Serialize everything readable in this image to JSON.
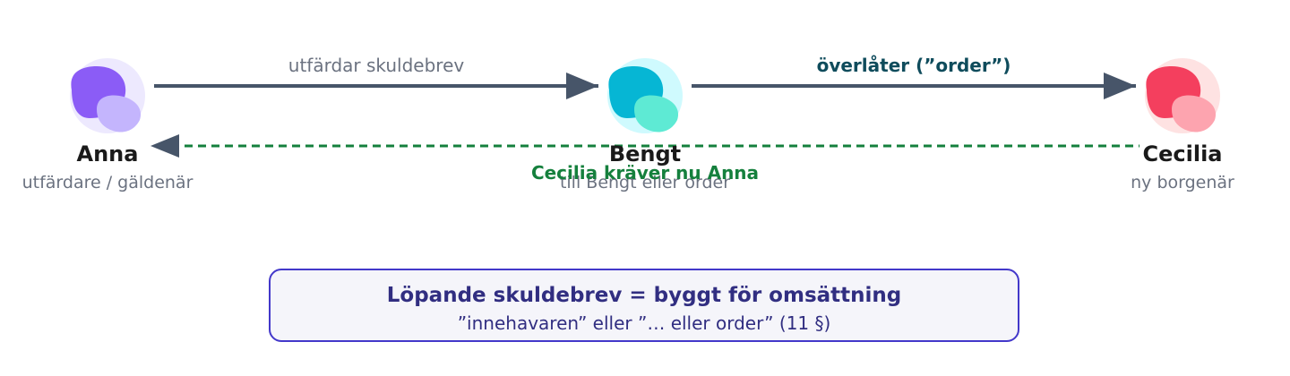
{
  "colors": {
    "anna_bg": "#ede9fe",
    "anna_head": "#8b5cf6",
    "anna_body": "#c4b5fd",
    "bengt_bg": "#cffafe",
    "bengt_head": "#06b6d4",
    "bengt_body": "#5eead4",
    "cecilia_bg": "#fee2e2",
    "cecilia_head": "#f43f5e",
    "cecilia_body": "#fda4af",
    "arrow": "#475569",
    "claim": "#15803d",
    "transfer_label": "#0f4c5c",
    "note_border": "#4338ca",
    "note_text": "#312e81"
  },
  "icons": [
    "person-avatar-icon"
  ],
  "people": {
    "anna": {
      "name": "Anna",
      "role": "utfärdare / gäldenär"
    },
    "bengt": {
      "name": "Bengt",
      "role": "till Bengt eller order"
    },
    "cecilia": {
      "name": "Cecilia",
      "role": "ny borgenär"
    }
  },
  "arrows": {
    "issue": "utfärdar skuldebrev",
    "transfer": "överlåter (”order”)",
    "claim": "Cecilia kräver nu Anna"
  },
  "note": {
    "title": "Löpande skuldebrev = byggt för omsättning",
    "subtitle": "”innehavaren” eller ”… eller order” (11 §)"
  }
}
